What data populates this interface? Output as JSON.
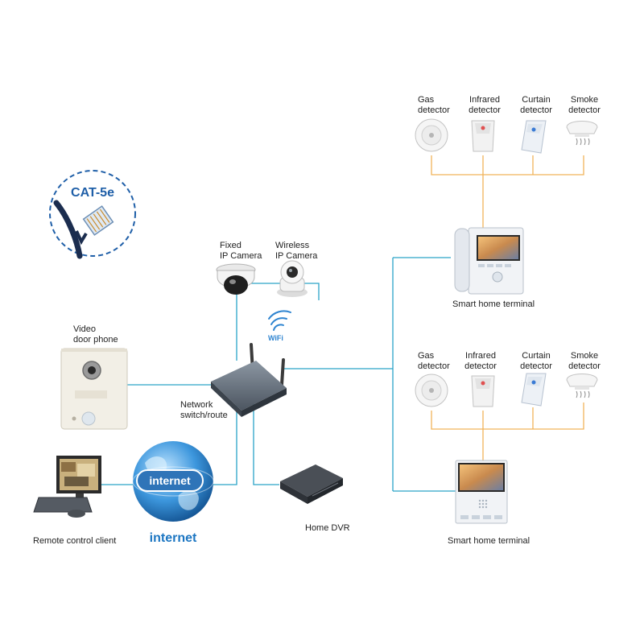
{
  "colors": {
    "network_line": "#2aa3c8",
    "sensor_line": "#f0b35a",
    "background": "#ffffff",
    "globe": "#2f8fd6",
    "cat5e_text": "#1f5fa8",
    "internet_text": "#1c76c2"
  },
  "badge": {
    "text": "CAT-5e"
  },
  "labels": {
    "video_door_phone": [
      "Video",
      "door phone"
    ],
    "fixed_camera": [
      "Fixed",
      "IP Camera"
    ],
    "wireless_camera": [
      "Wireless",
      "IP Camera"
    ],
    "wifi": "WiFi",
    "switch": [
      "Network",
      "switch/route"
    ],
    "dvr": "Home DVR",
    "remote_client": "Remote control client",
    "globe_text": "internet",
    "internet_caption": "internet"
  },
  "top_group": {
    "detectors": [
      {
        "name": [
          "Gas",
          "detector"
        ],
        "icon": "smoke-round-icon"
      },
      {
        "name": [
          "Infrared",
          "detector"
        ],
        "icon": "pir-sensor-icon"
      },
      {
        "name": [
          "Curtain",
          "detector"
        ],
        "icon": "curtain-sensor-icon"
      },
      {
        "name": [
          "Smoke",
          "detector"
        ],
        "icon": "smoke-sensor-icon"
      }
    ],
    "terminal_label": "Smart home terminal"
  },
  "bottom_group": {
    "detectors": [
      {
        "name": [
          "Gas",
          "detector"
        ],
        "icon": "smoke-round-icon"
      },
      {
        "name": [
          "Infrared",
          "detector"
        ],
        "icon": "pir-sensor-icon"
      },
      {
        "name": [
          "Curtain",
          "detector"
        ],
        "icon": "curtain-sensor-icon"
      },
      {
        "name": [
          "Smoke",
          "detector"
        ],
        "icon": "smoke-sensor-icon"
      }
    ],
    "terminal_label": "Smart home terminal"
  }
}
